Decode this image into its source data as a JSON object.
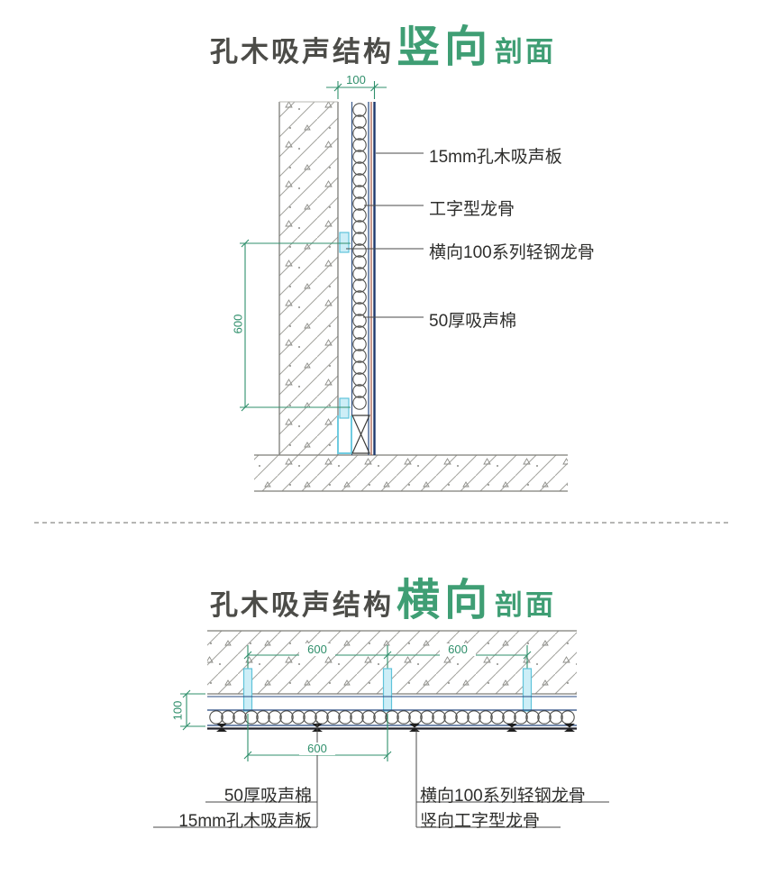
{
  "colors": {
    "title_dark": "#4c4c48",
    "title_green": "#3f9e74",
    "dimension_green": "#2f8f6b",
    "panel_navy": "#24477f",
    "panel_maroon": "#a2543f",
    "keel_blue": "#5fc3da",
    "hatch_gray": "#a3a39e",
    "label_dark": "#2e2e2c"
  },
  "vertical_section": {
    "title": {
      "prefix": "孔木吸声结构",
      "highlight": "竖向",
      "suffix": "剖面"
    },
    "dims": {
      "top_width": "100",
      "left_height": "600"
    },
    "callouts": [
      "15mm孔木吸声板",
      "工字型龙骨",
      "横向100系列轻钢龙骨",
      "50厚吸声棉"
    ]
  },
  "horizontal_section": {
    "title": {
      "prefix": "孔木吸声结构",
      "highlight": "横向",
      "suffix": "剖面"
    },
    "dims": {
      "span_left": "600",
      "span_right": "600",
      "thickness": "100",
      "bottom_span": "600"
    },
    "callouts_left": [
      "50厚吸声棉",
      "15mm孔木吸声板"
    ],
    "callouts_right": [
      "横向100系列轻钢龙骨",
      "竖向工字型龙骨"
    ]
  }
}
